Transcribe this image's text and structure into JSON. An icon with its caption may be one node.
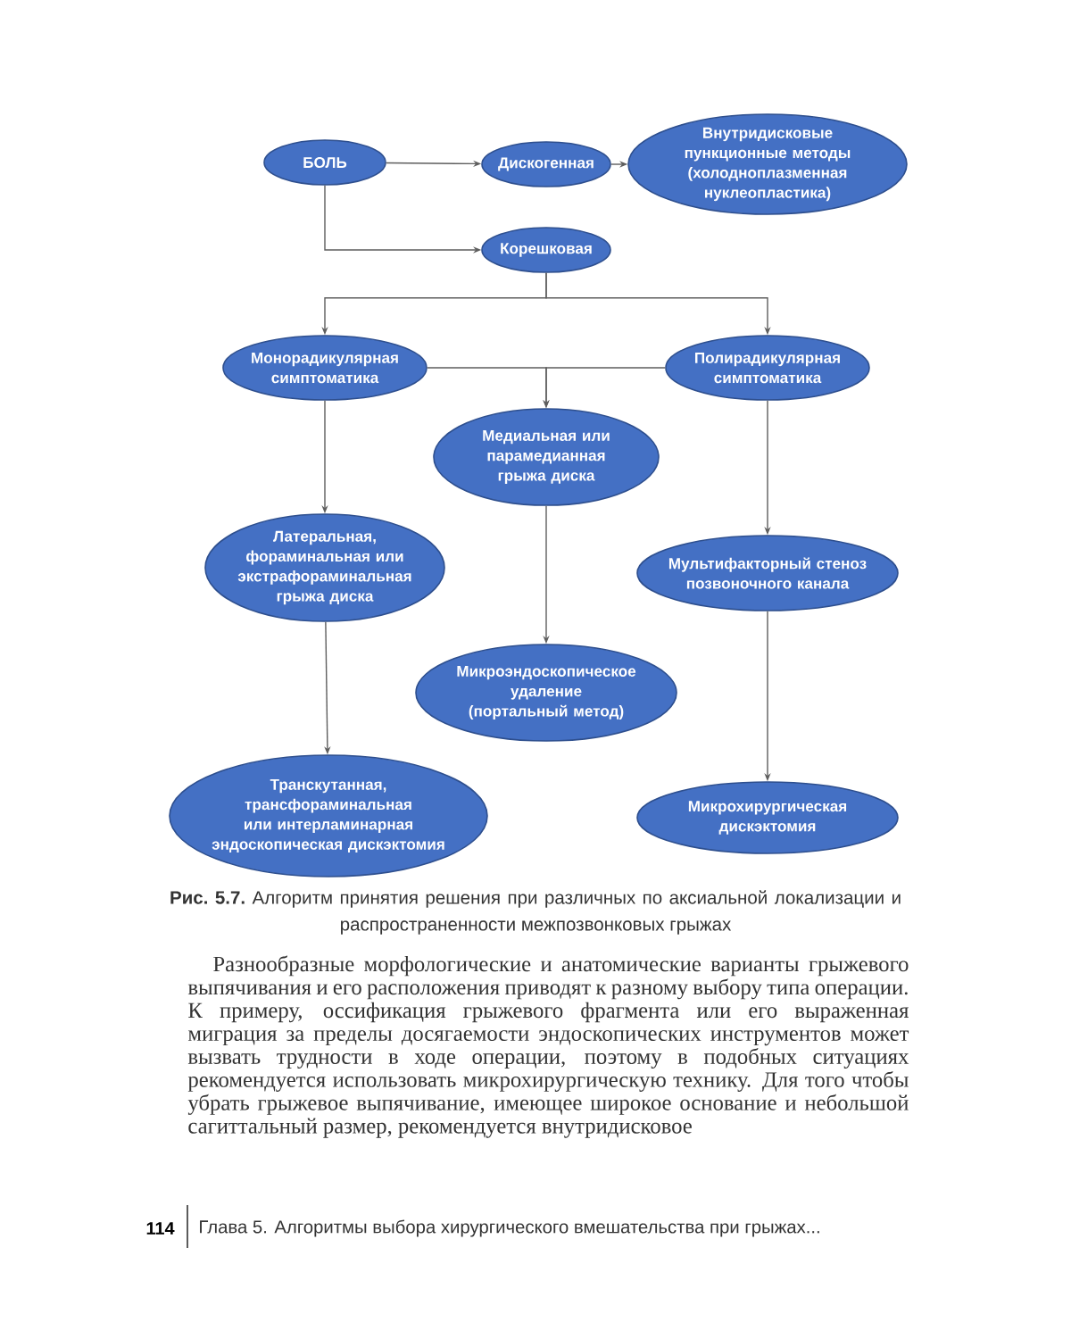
{
  "diagram": {
    "caption": "**Рис. 5.7.** Алгоритм принятия решения при различных по аксиальной локализации и распространенности межпозвонковых грыжах",
    "nodes": [
      {
        "text": [
          "БОЛЬ"
        ]
      },
      {
        "text": [
          "Дискогенная"
        ]
      },
      {
        "text": [
          "Внутридисковые пункционные методы (холодноплазменная нуклеопластика)"
        ]
      },
      {
        "text": [
          "Корешковая"
        ]
      },
      {
        "text": [
          "Монорадикулярная симптоматика"
        ]
      },
      {
        "text": [
          "Полирадикулярная симптоматика"
        ]
      },
      {
        "text": [
          "Медиальная или парамедианная грыжа диска"
        ]
      },
      {
        "text": [
          "Латеральная, фораминальная или экстрафораминальная грыжа диска"
        ]
      },
      {
        "text": [
          "Мультифакторный стеноз позвоночного канала"
        ]
      },
      {
        "text": [
          "Микроэндоскопическое удаление (портальный метод)"
        ]
      },
      {
        "text": [
          "Транскутанная, трансфораминальная или интерламинарная эндоскопическая дискэктомия"
        ]
      },
      {
        "text": [
          "Микрохирургическая дискэктомия"
        ]
      }
    ],
    "edges": [
      {
        "from": 0,
        "to": 1,
        "arrow": "to"
      },
      {
        "from": 1,
        "to": 2,
        "arrow": "to"
      },
      {
        "from": 0,
        "to": 3,
        "arrow": "to"
      },
      {
        "from": 3,
        "to": 4,
        "arrow": "to"
      },
      {
        "from": 3,
        "to": 5,
        "arrow": "to"
      },
      {
        "from": 4,
        "to": 6,
        "arrow": "to"
      },
      {
        "from": 5,
        "to": 6,
        "arrow": "to"
      },
      {
        "from": 4,
        "to": 7,
        "arrow": "to"
      },
      {
        "from": 6,
        "to": 9,
        "arrow": "to"
      },
      {
        "from": 5,
        "to": 8,
        "arrow": "to"
      },
      {
        "from": 7,
        "to": 10,
        "arrow": "to"
      },
      {
        "from": 8,
        "to": 11,
        "arrow": "to"
      }
    ],
    "labels": [
      "Разнообразные морфологические и анатомические варианты грыжевого выпячивания и его расположения приводят к разному выбору типа операции. К примеру, оссификация грыжевого фрагмента или его выраженная миграция за пределы досягаемости эндоскопических инструментов может вызвать трудности в ходе операции, поэтому в подобных ситуациях рекомендуется использовать микрохирургическую технику. Для того чтобы убрать грыжевое выпячивание, имеющее широкое основание и небольшой сагиттальный размер, рекомендуется внутридисковое",
      "114",
      "Глава 5. Алгоритмы выбора хирургического вмешательства при грыжах..."
    ]
  }
}
